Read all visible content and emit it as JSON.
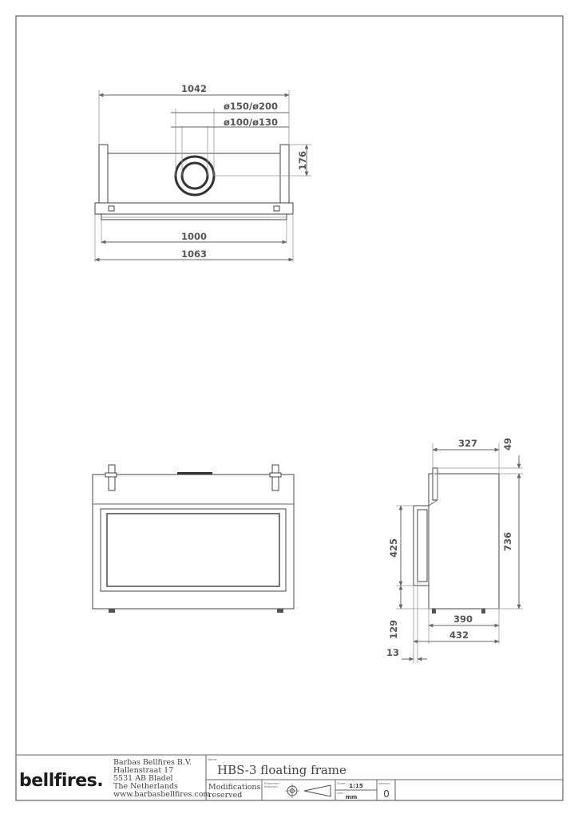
{
  "dimensions": {
    "top_width": "1042",
    "flue_outer": "ø150/ø200",
    "flue_inner": "ø100/ø130",
    "flue_offset": "176",
    "inner_width": "1000",
    "outer_width": "1063",
    "side_top": "327",
    "side_lip": "49",
    "height_total": "736",
    "height_glass": "425",
    "height_base": "129",
    "depth_1": "390",
    "depth_2": "432",
    "front_offset": "13"
  },
  "title_block": {
    "company": [
      "Barbas Bellfires B.V.",
      "Hallenstraat 17",
      "5531 AB Bladel",
      "The Netherlands",
      "www.barbasbellfires.com"
    ],
    "logo": "bellfires.",
    "name_label": "Name:",
    "product_name": "HBS-3 floating frame",
    "modifications": [
      "Modifications",
      "reserved"
    ],
    "projection_label": [
      "Projection",
      "direction:"
    ],
    "scale_label": "Scale:",
    "scale_value": "1:15",
    "unit_label": "Unit:",
    "unit_value": "mm",
    "version_label": "Version:",
    "version_value": "0"
  }
}
